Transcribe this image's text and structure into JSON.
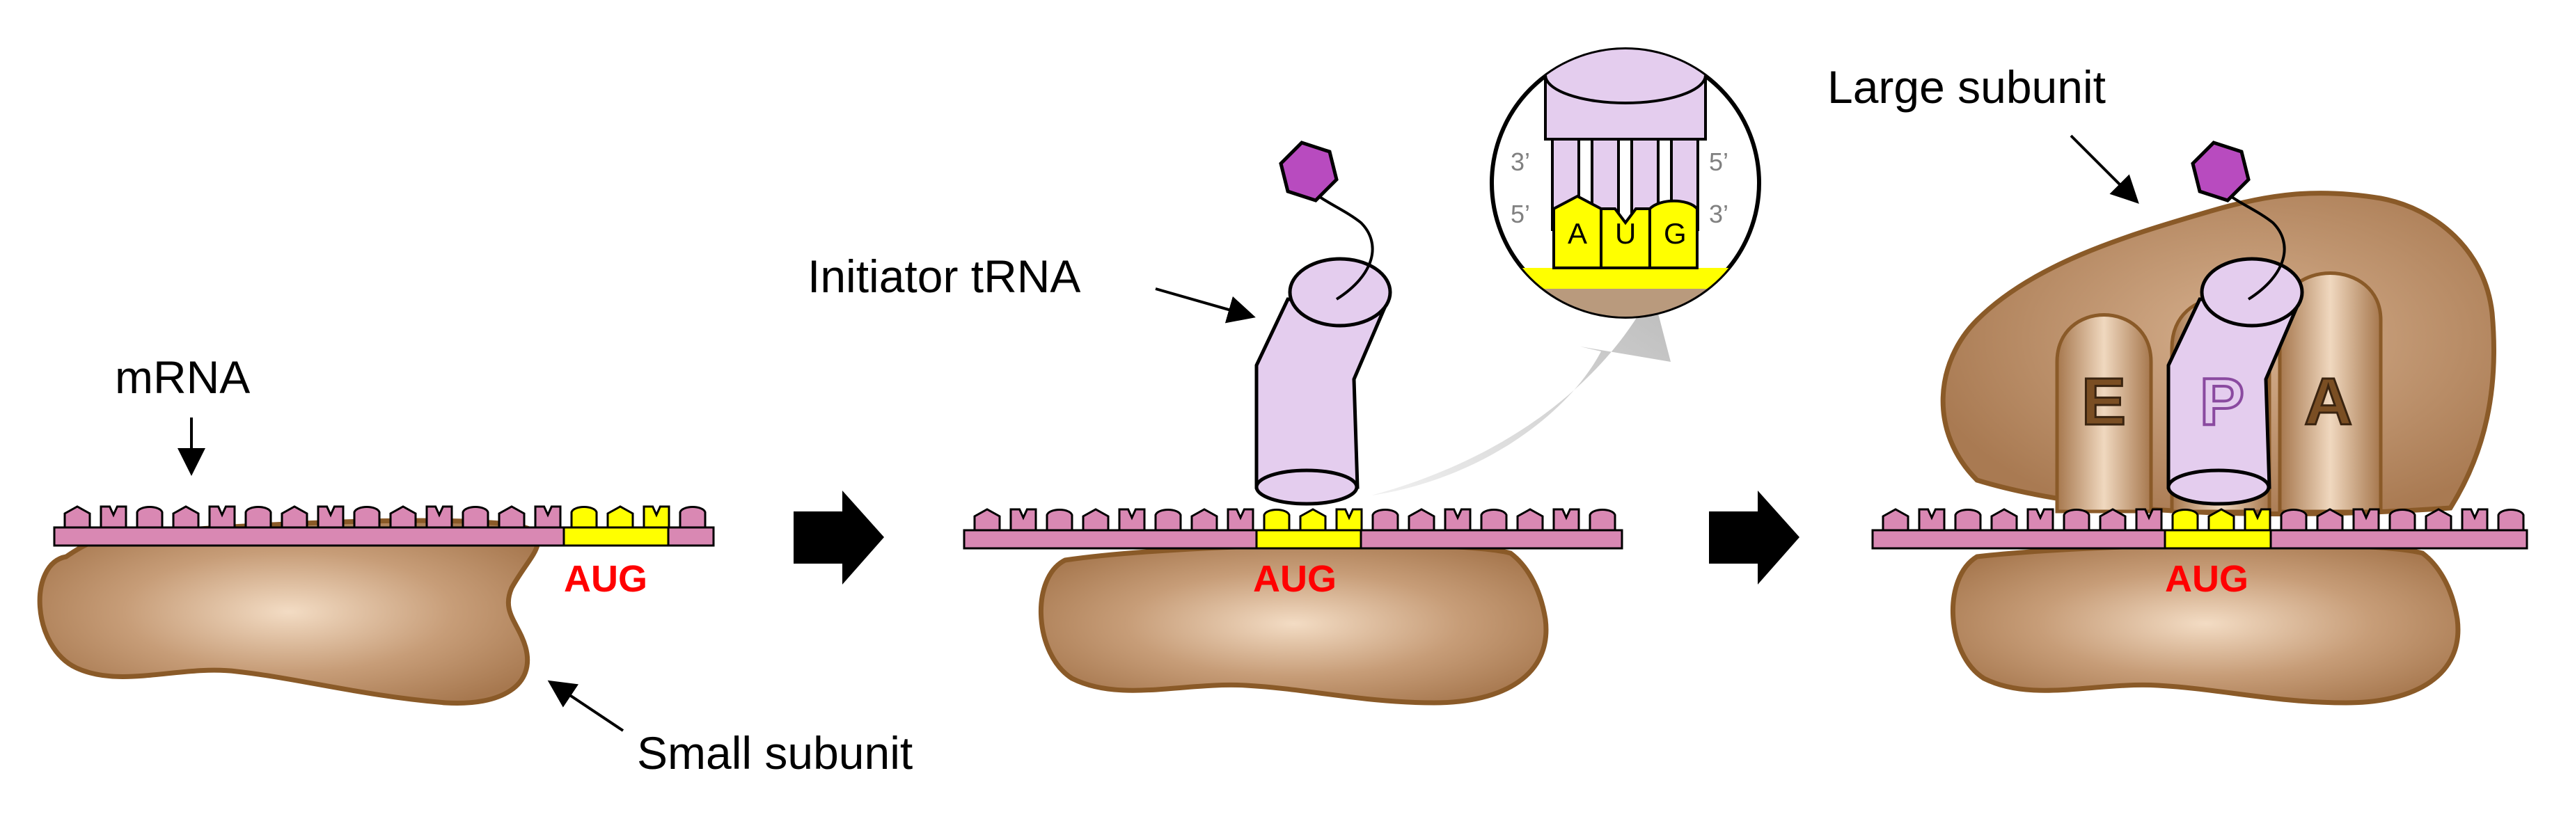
{
  "labels": {
    "mrna": "mRNA",
    "small_subunit": "Small subunit",
    "initiator_trna": "Initiator tRNA",
    "large_subunit": "Large subunit"
  },
  "start_codon": "AUG",
  "sites": [
    "E",
    "P",
    "A"
  ],
  "inset": {
    "top_left": "3’",
    "top_right": "5’",
    "bottom_left": "5’",
    "bottom_right": "3’",
    "bases": [
      "A",
      "U",
      "G"
    ]
  },
  "colors": {
    "ribosome": "#b48a66",
    "ribosome_outline": "#8a5a28",
    "mrna": "#d988b3",
    "codon": "#ffff00",
    "trna": "#e4cdee",
    "amino_acid": "#b84bbf",
    "aug_text": "#ff0000",
    "arrow": "#000000",
    "zoom_arrow": "#c8c8c8"
  },
  "icons": {
    "step_arrow": "right-arrow-icon",
    "amino_acid": "hexagon-icon"
  }
}
